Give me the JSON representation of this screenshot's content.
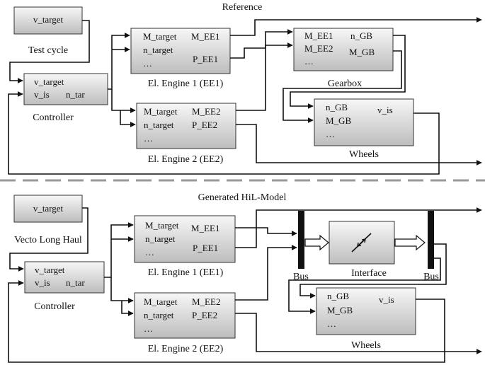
{
  "top": {
    "title": "Reference",
    "test_cycle": {
      "port": "v_target",
      "caption": "Test cycle"
    },
    "controller": {
      "in1": "v_target",
      "in2": "v_is",
      "out": "n_tar",
      "caption": "Controller"
    },
    "engine1": {
      "in1": "M_target",
      "in2": "n_target",
      "in3": "…",
      "out1": "M_EE1",
      "out2": "P_EE1",
      "caption": "El. Engine 1 (EE1)"
    },
    "engine2": {
      "in1": "M_target",
      "in2": "n_target",
      "in3": "…",
      "out1": "M_EE2",
      "out2": "P_EE2",
      "caption": "El. Engine 2 (EE2)"
    },
    "gearbox": {
      "in1": "M_EE1",
      "in2": "M_EE2",
      "in3": "…",
      "out1": "n_GB",
      "out2": "M_GB",
      "caption": "Gearbox"
    },
    "wheels": {
      "in1": "n_GB",
      "in2": "M_GB",
      "in3": "…",
      "out": "v_is",
      "caption": "Wheels"
    }
  },
  "bottom": {
    "title": "Generated HiL-Model",
    "test_cycle": {
      "port": "v_target",
      "caption": "Vecto Long Haul"
    },
    "controller": {
      "in1": "v_target",
      "in2": "v_is",
      "out": "n_tar",
      "caption": "Controller"
    },
    "engine1": {
      "in1": "M_target",
      "in2": "n_target",
      "in3": "…",
      "out1": "M_EE1",
      "out2": "P_EE1",
      "caption": "El. Engine 1 (EE1)"
    },
    "engine2": {
      "in1": "M_target",
      "in2": "n_target",
      "in3": "…",
      "out1": "M_EE2",
      "out2": "P_EE2",
      "caption": "El. Engine 2 (EE2)"
    },
    "bus_left": {
      "caption": "Bus"
    },
    "interface": {
      "caption": "Interface"
    },
    "bus_right": {
      "caption": "Bus"
    },
    "wheels": {
      "in1": "n_GB",
      "in2": "M_GB",
      "in3": "…",
      "out": "v_is",
      "caption": "Wheels"
    }
  },
  "colors": {
    "block_light": "#f7f7f7",
    "block_dark": "#bdbdbd",
    "divider": "#999999",
    "line": "#111111"
  }
}
